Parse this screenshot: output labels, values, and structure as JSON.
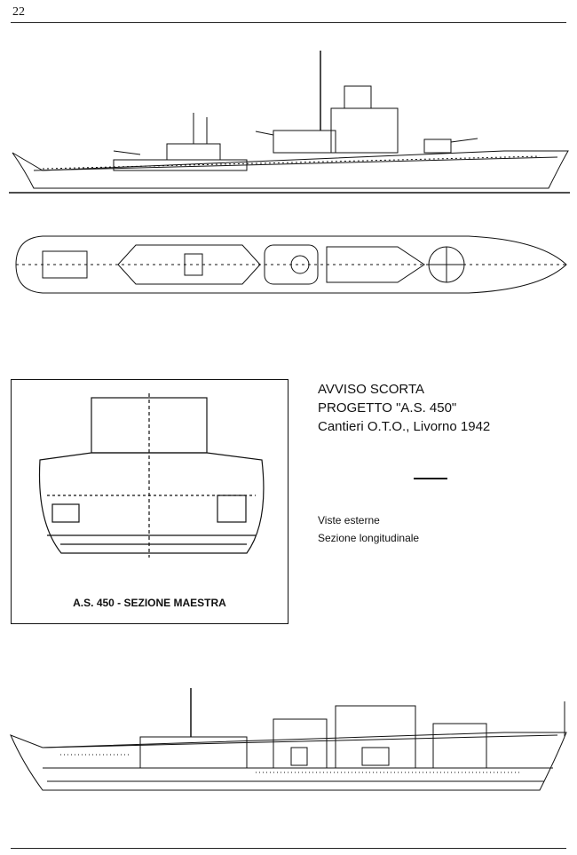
{
  "page_number": "22",
  "title": {
    "line1": "AVVISO SCORTA",
    "line2": "PROGETTO \"A.S. 450\"",
    "line3": "Cantieri O.T.O., Livorno 1942"
  },
  "description": {
    "line1": "Viste esterne",
    "line2": "Sezione longitudinale"
  },
  "section_caption": "A.S. 450 - SEZIONE MAESTRA"
}
